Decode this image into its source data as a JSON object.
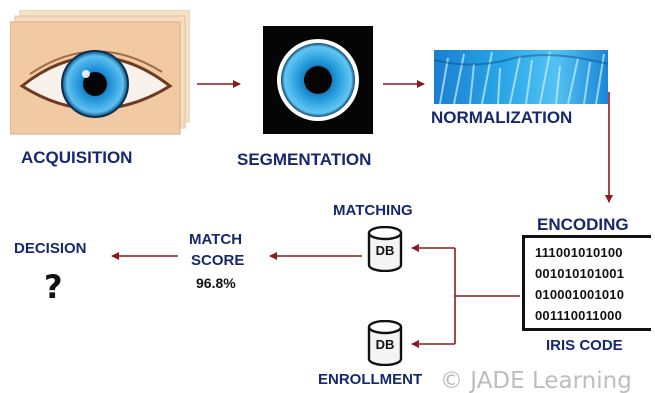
{
  "stages": {
    "acquisition": "ACQUISITION",
    "segmentation": "SEGMENTATION",
    "normalization": "NORMALIZATION",
    "encoding": "ENCODING",
    "matching": "MATCHING",
    "enrollment": "ENROLLMENT",
    "decision": "DECISION",
    "iris_code": "IRIS CODE"
  },
  "match_score": {
    "label_line1": "MATCH",
    "label_line2": "SCORE",
    "value": "96.8%"
  },
  "decision_symbol": "?",
  "database_label": "DB",
  "iris_code_bits": [
    "111001010100",
    "001010101001",
    "010001001010",
    "001110011000"
  ],
  "watermark": "© JADE Learning",
  "colors": {
    "label_text": "#16286e",
    "arrow": "#8b1c1c",
    "iris_blue": "#1e90d8",
    "normalized_strip": "#2aa6e8"
  }
}
